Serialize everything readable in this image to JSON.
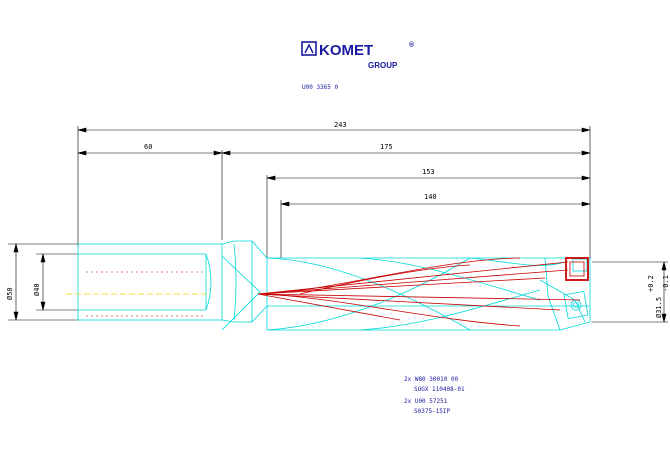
{
  "logo": {
    "brand": "KOMET",
    "registered": "®",
    "group": "GROUP",
    "colors": {
      "brand": "#1a1aa0"
    }
  },
  "drawing_number": "U00 3365 0",
  "dimensions": {
    "overall_length": "243",
    "shank_length": "60",
    "body_length": "175",
    "length_153": "153",
    "length_140": "140",
    "shank_diameter": "Ø50",
    "shank_inner_diameter": "Ø40",
    "cutting_diameter": "Ø31.5",
    "tolerance_upper": "+0.2",
    "tolerance_lower": "-0.1"
  },
  "notes": [
    "2x W80 30010 00",
    "SOGX 110408-01",
    "2x U00 57251",
    "S0375-15IP"
  ],
  "colors": {
    "tool_outline": "#00d8d8",
    "cutting_lines": "#c80000",
    "center_line": "#e8d800",
    "dimension": "#000000",
    "notes": "#1a1aa0"
  }
}
